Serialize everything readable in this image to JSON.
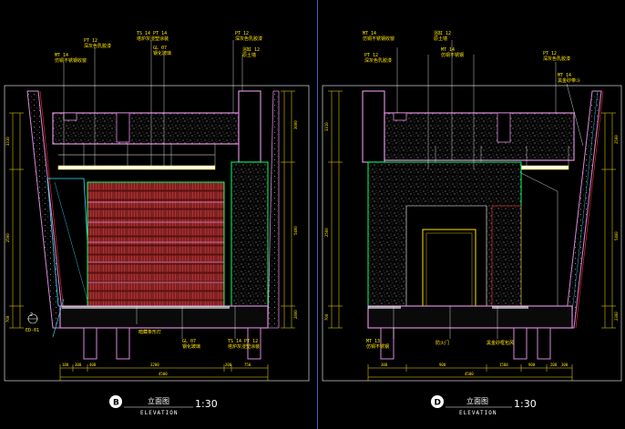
{
  "colors": {
    "background": "#000000",
    "structure": "#d98ad8",
    "wall": "#00ff66",
    "glass": "#40e0ff",
    "brick": "#9a2a2a",
    "annotation": "#ffe400",
    "dimension": "#ffe400",
    "divider": "#3a5fd0"
  },
  "panel_b": {
    "badge": "B",
    "title": "立面图",
    "subtitle": "ELEVATION",
    "scale": "1:30",
    "section_marker": {
      "top": "2",
      "bottom": "ED-01"
    },
    "callouts_top": [
      {
        "code": "MT 14",
        "text": "仿铜不锈钢收窗"
      },
      {
        "code": "PT 12",
        "text": "深灰色乳胶漆"
      },
      {
        "code": "TS 14 PT 14",
        "text": "塔炉灰浸塑涂装"
      },
      {
        "code": "GL 07",
        "text": "钢化玻璃"
      },
      {
        "code": "PT 12",
        "text": "深灰色乳胶漆"
      },
      {
        "code": "浴缸 12",
        "text": "原土墙"
      }
    ],
    "callouts_bottom": [
      {
        "code": "",
        "text": "暗藏条形灯"
      },
      {
        "code": "GL 07",
        "text": "钢化玻璃"
      },
      {
        "code": "TS 14 PT 12",
        "text": "塔炉灰浸塑涂装"
      }
    ],
    "dims_bottom": [
      "100",
      "300",
      "400",
      "3200",
      "200",
      "750"
    ],
    "dim_total": "4500",
    "dims_left": [
      "3310",
      "2500",
      "700"
    ],
    "dims_right": [
      "3000",
      "5400",
      "2800"
    ]
  },
  "panel_d": {
    "badge": "D",
    "title": "立面图",
    "subtitle": "ELEVATION",
    "scale": "1:30",
    "callouts_top": [
      {
        "code": "MT 14",
        "text": "仿铜不锈钢收窗"
      },
      {
        "code": "PT 12",
        "text": "深灰色乳胶漆"
      },
      {
        "code": "浴缸 12",
        "text": "原土墙"
      },
      {
        "code": "MT 14",
        "text": "仿铜不锈钢"
      },
      {
        "code": "PT 12",
        "text": "深灰色乳胶漆"
      },
      {
        "code": "MT 14",
        "text": "黑金砂带斗"
      }
    ],
    "callouts_bottom": [
      {
        "code": "MT 13",
        "text": "仿铜不锈钢"
      },
      {
        "code": "",
        "text": "防火门"
      },
      {
        "code": "",
        "text": "黑金砂框包风"
      }
    ],
    "dims_bottom": [
      "300",
      "900",
      "1500",
      "900",
      "200",
      "300"
    ],
    "dim_total": "4500",
    "dims_left": [
      "3310",
      "2500",
      "700"
    ],
    "dims_right": [
      "2500",
      "5400",
      "2300"
    ]
  }
}
